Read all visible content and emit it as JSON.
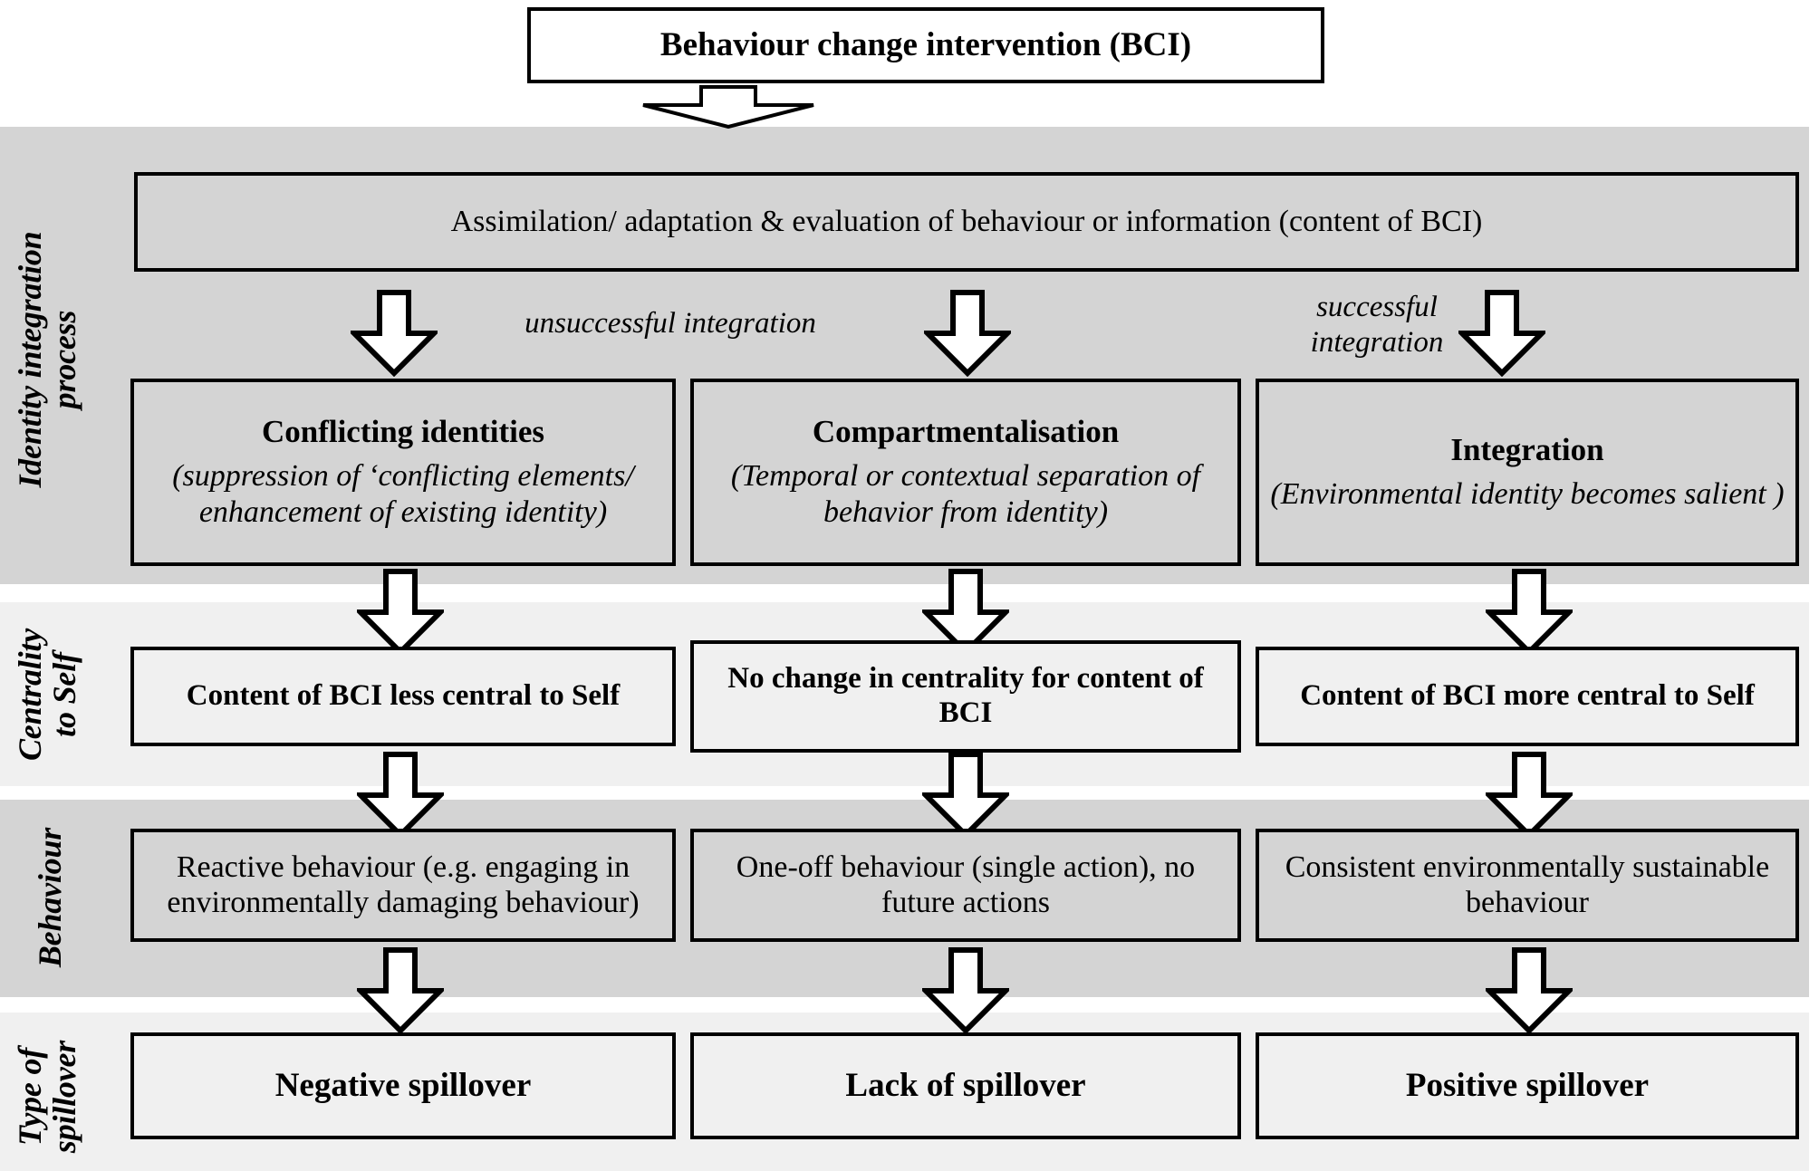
{
  "diagram": {
    "top_box": {
      "label": "Behaviour change intervention (BCI)"
    },
    "assimilation_box": {
      "label": "Assimilation/ adaptation & evaluation of behaviour or information (content of BCI)"
    },
    "annotations": {
      "unsuccessful": "unsuccessful integration",
      "successful": "successful\nintegration"
    },
    "row_labels": {
      "identity": "Identity integration\nprocess",
      "centrality": "Centrality\nto Self",
      "behaviour": "Behaviour",
      "spillover": "Type of\nspillover"
    },
    "columns": [
      {
        "identity_title": "Conflicting identities",
        "identity_sub": "(suppression of ‘conflicting elements/ enhancement of existing identity)",
        "centrality": "Content of BCI less central to Self",
        "behaviour": "Reactive behaviour (e.g. engaging in environmentally damaging behaviour)",
        "spillover": "Negative spillover"
      },
      {
        "identity_title": "Compartmentalisation",
        "identity_sub": "(Temporal or contextual separation of behavior from identity)",
        "centrality": "No change in centrality for content of BCI",
        "behaviour": "One-off behaviour (single action), no future actions",
        "spillover": "Lack of spillover"
      },
      {
        "identity_title": "Integration",
        "identity_sub": "(Environmental identity becomes salient )",
        "centrality": "Content of BCI more central to Self",
        "behaviour": "Consistent environmentally sustainable behaviour",
        "spillover": "Positive spillover"
      }
    ],
    "colors": {
      "band_dark": "#d4d4d4",
      "band_light": "#f0f0f0",
      "outline": "#000000",
      "arrow_fill": "#ffffff",
      "page_background": "#ffffff"
    }
  }
}
